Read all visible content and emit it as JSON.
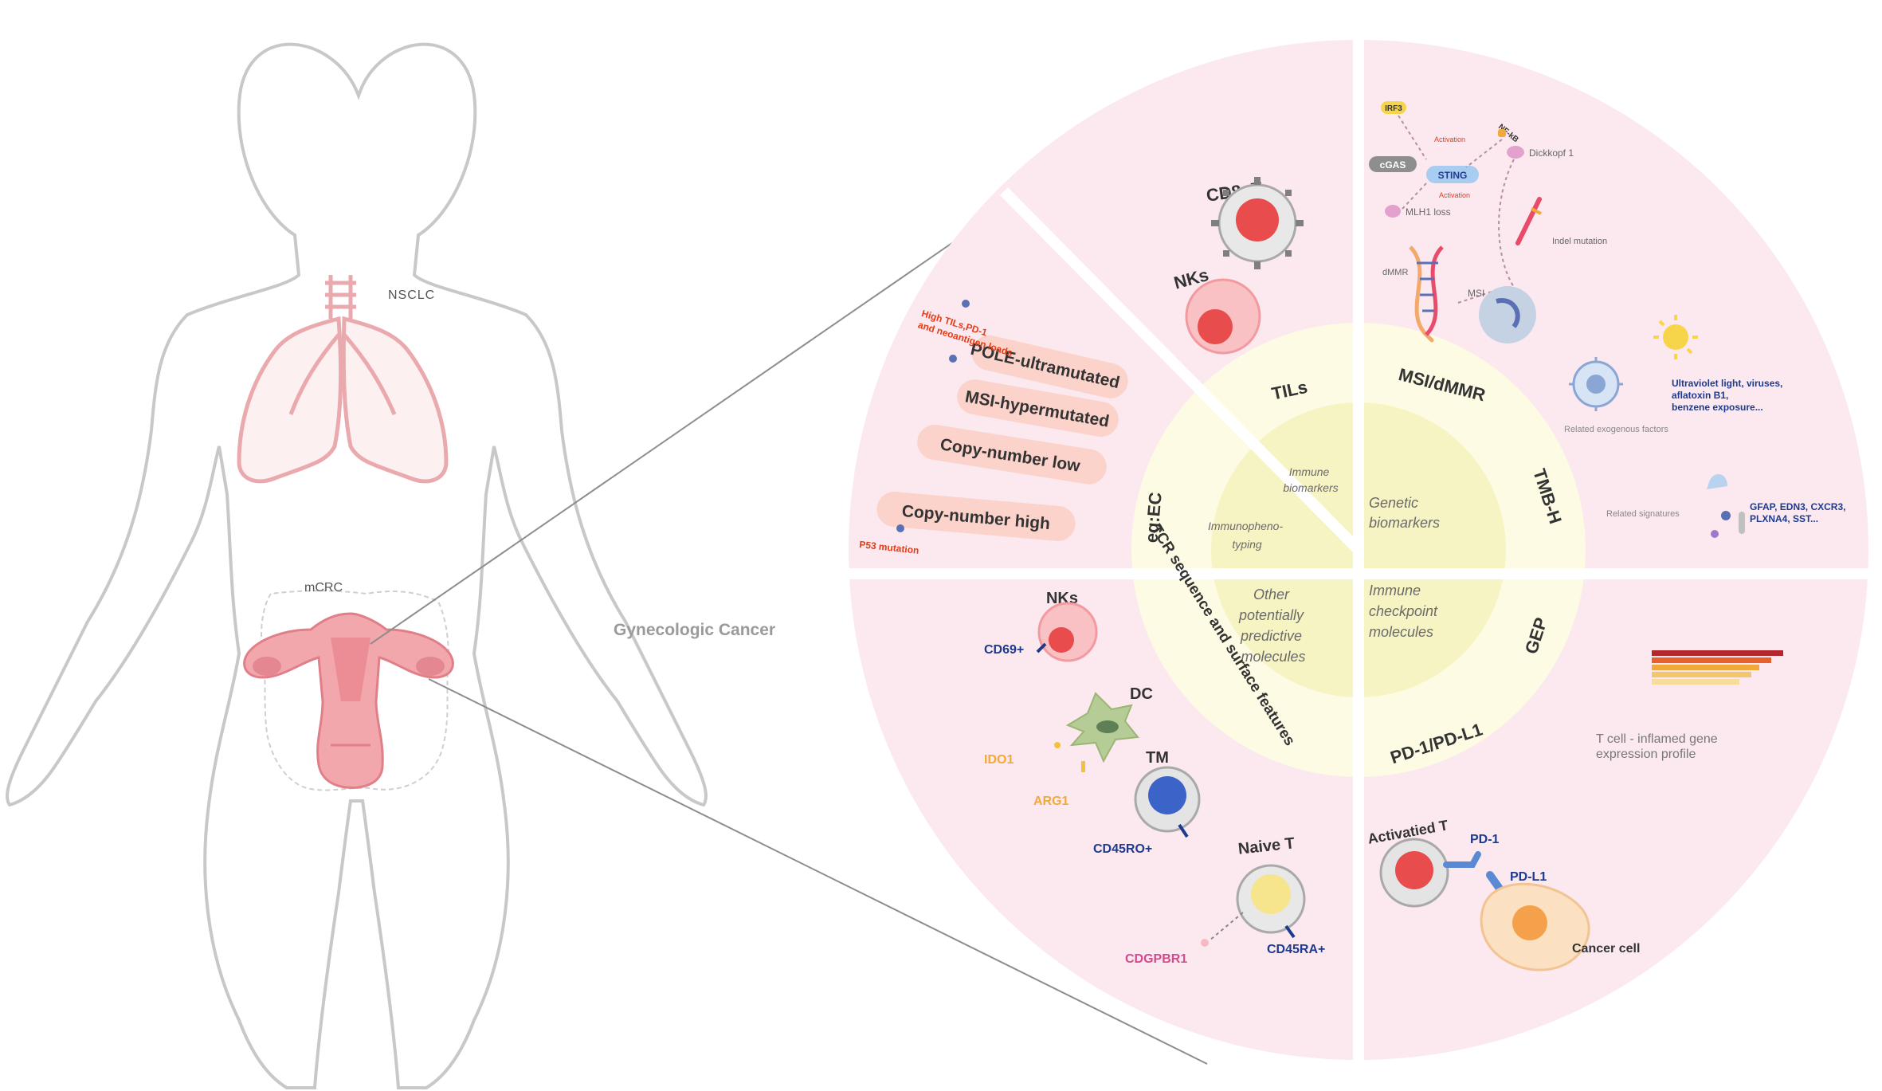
{
  "body_labels": {
    "nsclc": "NSCLC",
    "mcrc": "mCRC",
    "gyn": "Gynecologic Cancer"
  },
  "center": {
    "immune_biomarkers": [
      "Immune",
      "biomarkers"
    ],
    "immunophenotyping": [
      "Immunopheno-",
      "typing"
    ],
    "genetic_biomarkers": [
      "Genetic",
      "biomarkers"
    ],
    "other_molecules": [
      "Other",
      "potentially",
      "predictive",
      "molecules"
    ],
    "immune_checkpoint": [
      "Immune",
      "checkpoint",
      "molecules"
    ]
  },
  "ring": {
    "tils": "TILs",
    "msi_dmmr": "MSI/dMMR",
    "tmb_h": "TMB-H",
    "egec": "eg:EC",
    "gep": "GEP",
    "pd1_pdl1": "PD-1/PD-L1",
    "tcr": "TCR sequence and surface features"
  },
  "q1": {
    "cd8t": "CD8+T",
    "nks": "NKs"
  },
  "q2": {
    "irf3": "IRF3",
    "nfkb": "NF-kB",
    "activation_top": "Activation",
    "cgas": "cGAS",
    "sting": "STING",
    "activation_bottom": "Activation",
    "dickkopf": "Dickkopf 1",
    "mlh1_loss": "MLH1 loss",
    "indel": "Indel mutation",
    "dmmr": "dMMR",
    "msi": "MSI",
    "uv_lines": [
      "Ultraviolet light, viruses,",
      "aflatoxin B1,",
      "benzene exposure..."
    ],
    "exogenous": "Related exogenous factors",
    "signatures": "Related signatures",
    "genes_lines": [
      "GFAP, EDN3, CXCR3,",
      "PLXNA4, SST..."
    ]
  },
  "q3": {
    "pole": "POLE-ultramutated",
    "high_tils_lines": [
      "High TILs,PD-1",
      "and neoantigen loads"
    ],
    "msi_hyper": "MSI-hypermutated",
    "cn_low": "Copy-number low",
    "cn_high": "Copy-number high",
    "p53": "P53 mutation"
  },
  "q4": {
    "nks": "NKs",
    "cd69": "CD69+",
    "dc": "DC",
    "ido1": "IDO1",
    "arg1": "ARG1",
    "tm": "TM",
    "cd45ro": "CD45RO+",
    "naive": "Naive T",
    "cdgpbr1": "CDGPBR1",
    "cd45ra": "CD45RA+"
  },
  "q5": {
    "tcell_lines": [
      "T cell - inflamed gene",
      "expression profile"
    ],
    "activated": "Activatied T",
    "pd1": "PD-1",
    "pdl1": "PD-L1",
    "cancer_cell": "Cancer cell"
  },
  "colors": {
    "outline": "#c9c9c9",
    "pink_bg": "#fbe9ef",
    "yellow_ring": "#fdfbe4",
    "yellow_core": "#f8f5c4",
    "label_dark": "#333333",
    "red_text": "#e53c17",
    "blue_text": "#1d3a8f",
    "orange_text": "#f2a93b"
  }
}
